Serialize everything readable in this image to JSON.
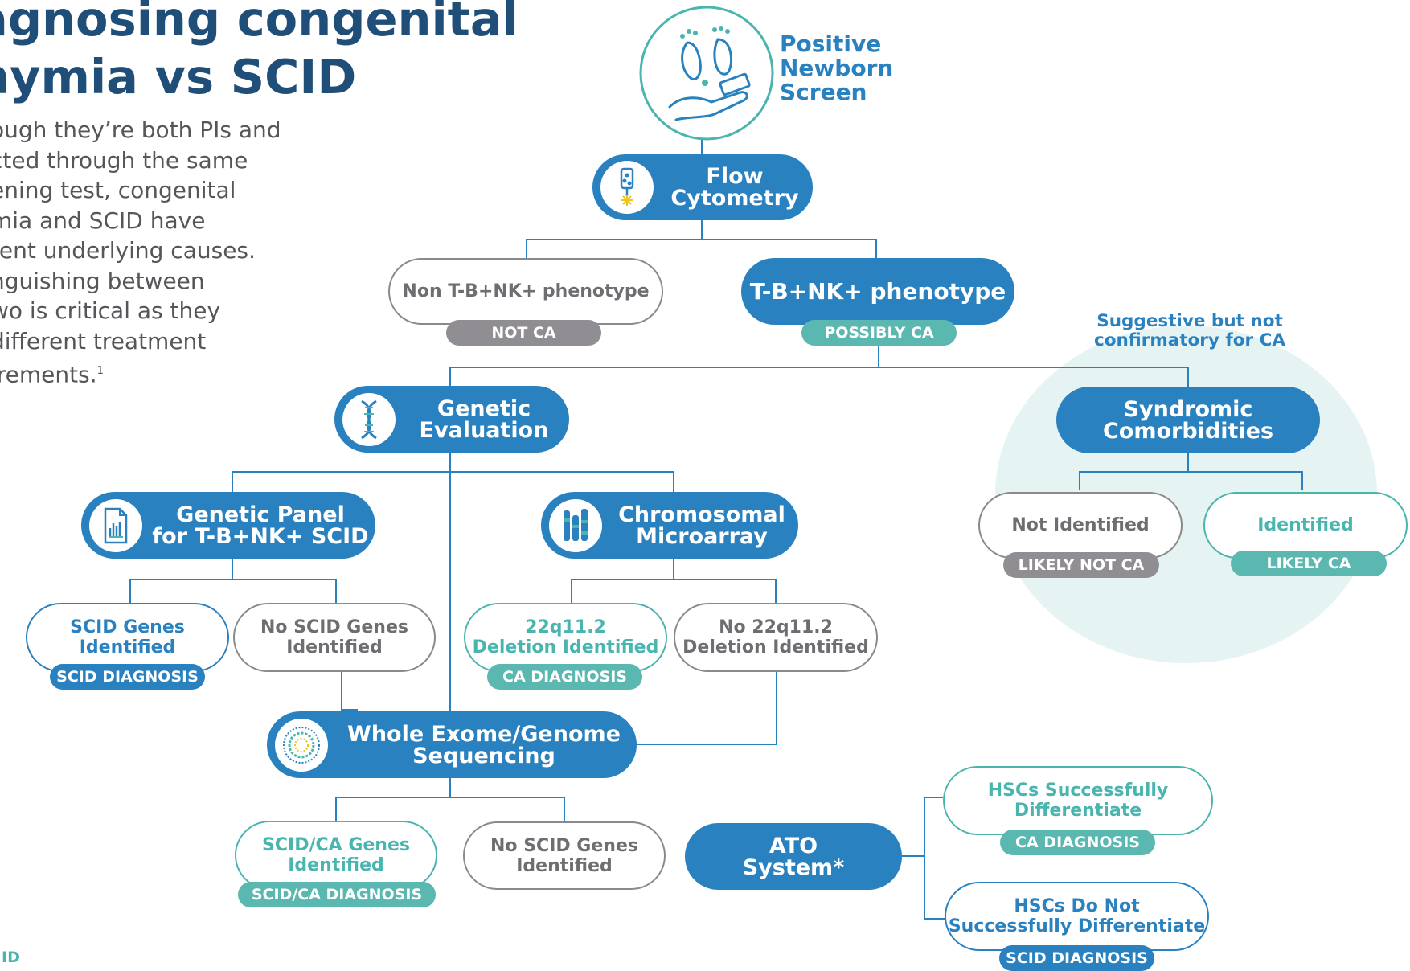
{
  "title": {
    "line1": "agnosing congenital",
    "line2": "hymia vs SCID"
  },
  "intro": {
    "lines": [
      "ough they’re both PIs and",
      "cted through the same",
      "ening test, congenital",
      "mia and SCID have",
      "rent underlying causes.",
      "nguishing between",
      "wo is critical as they",
      " different treatment",
      "irements."
    ],
    "footnote": "1"
  },
  "footer_mark": "ID",
  "colors": {
    "blue": "#2a81bf",
    "teal": "#4ab5af",
    "gray": "#908e92",
    "navy": "#1f4e78",
    "circle": "#e5f3f3"
  },
  "nodes": {
    "newborn_screen": {
      "line1": "Positive",
      "line2": "Newborn",
      "line3": "Screen",
      "icon": "newborn-feet-icon"
    },
    "flow_cytometry": {
      "line1": "Flow",
      "line2": "Cytometry",
      "icon": "flow-cytometer-icon"
    },
    "non_tbnk": {
      "label": "Non T-B+NK+ phenotype",
      "tag": "NOT CA"
    },
    "tbnk": {
      "label": "T-B+NK+ phenotype",
      "tag": "POSSIBLY CA"
    },
    "circle_note": {
      "line1": "Suggestive but not",
      "line2": "confirmatory for CA"
    },
    "genetic_evaluation": {
      "line1": "Genetic",
      "line2": "Evaluation",
      "icon": "dna-icon"
    },
    "syndromic": {
      "line1": "Syndromic",
      "line2": "Comorbidities"
    },
    "not_identified": {
      "label": "Not Identified",
      "tag": "LIKELY NOT CA"
    },
    "identified": {
      "label": "Identified",
      "tag": "LIKELY CA"
    },
    "genetic_panel": {
      "line1": "Genetic Panel",
      "line2": "for T-B+NK+ SCID",
      "icon": "document-chart-icon"
    },
    "microarray": {
      "line1": "Chromosomal",
      "line2": "Microarray",
      "icon": "chromosome-icon"
    },
    "scid_genes": {
      "line1": "SCID Genes",
      "line2": "Identified",
      "tag": "SCID DIAGNOSIS"
    },
    "no_scid_genes": {
      "line1": "No SCID Genes",
      "line2": "Identified"
    },
    "deletion": {
      "line1": "22q11.2",
      "line2": "Deletion Identified",
      "tag": "CA DIAGNOSIS"
    },
    "no_deletion": {
      "line1": "No 22q11.2",
      "line2": "Deletion Identified"
    },
    "wes": {
      "line1": "Whole Exome/Genome",
      "line2": "Sequencing",
      "icon": "sequencing-circle-icon"
    },
    "scid_ca_genes": {
      "line1": "SCID/CA Genes",
      "line2": "Identified",
      "tag": "SCID/CA DIAGNOSIS"
    },
    "no_scid_genes_2": {
      "line1": "No SCID Genes",
      "line2": "Identified"
    },
    "ato": {
      "line1": "ATO",
      "line2": "System*"
    },
    "hsc_success": {
      "line1": "HSCs Successfully",
      "line2": "Differentiate",
      "tag": "CA DIAGNOSIS"
    },
    "hsc_fail": {
      "line1": "HSCs Do Not",
      "line2": "Successfully Differentiate",
      "tag": "SCID DIAGNOSIS"
    }
  }
}
